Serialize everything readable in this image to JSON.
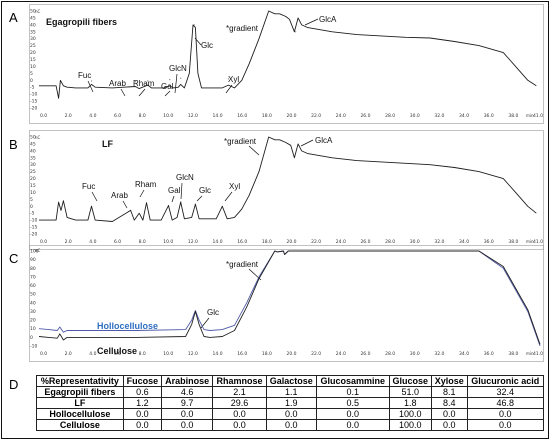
{
  "panel_letters": [
    "A",
    "B",
    "C",
    "D"
  ],
  "panels": [
    {
      "sample_title": "Egagropili fibers",
      "annotations": [
        "Fuc",
        "Arab",
        "Rham",
        "Gal",
        "GlcN",
        "Glc",
        "Xyl",
        "*gradient",
        "GlcA"
      ],
      "yticks": [
        "50",
        "45",
        "40",
        "35",
        "30",
        "25",
        "20",
        "15",
        "10",
        "5",
        "0",
        "-5",
        "-10",
        "-15",
        "-20"
      ],
      "y_units": "nC",
      "xticks": [
        "0.0",
        "2.0",
        "4.0",
        "6.0",
        "8.0",
        "10.0",
        "12.0",
        "14.0",
        "16.0",
        "18.0",
        "20.0",
        "22.0",
        "24.0",
        "26.0",
        "28.0",
        "30.0",
        "32.0",
        "34.0",
        "36.0",
        "38.0",
        "41.0"
      ],
      "x_units": "min"
    },
    {
      "sample_title": "LF",
      "annotations": [
        "Fuc",
        "Arab",
        "Rham",
        "Gal",
        "GlcN",
        "Glc",
        "Xyl",
        "*gradient",
        "GlcA"
      ],
      "yticks": [
        "50",
        "45",
        "40",
        "35",
        "30",
        "25",
        "20",
        "15",
        "10",
        "5",
        "0",
        "-5",
        "-10",
        "-15",
        "-20"
      ],
      "y_units": "nC",
      "xticks": [
        "0.0",
        "2.0",
        "4.0",
        "6.0",
        "8.0",
        "10.0",
        "12.0",
        "14.0",
        "16.0",
        "18.0",
        "20.0",
        "22.0",
        "24.0",
        "26.0",
        "28.0",
        "30.0",
        "32.0",
        "34.0",
        "36.0",
        "38.0",
        "41.0"
      ],
      "x_units": "min"
    },
    {
      "series_labels": [
        "Hollocellulose",
        "Cellulose"
      ],
      "annotations": [
        "*gradient",
        "Glc"
      ],
      "yticks": [
        "100",
        "90",
        "80",
        "70",
        "60",
        "50",
        "40",
        "30",
        "20",
        "10",
        "0",
        "-10"
      ],
      "y_units": "nC",
      "xticks": [
        "0.0",
        "2.0",
        "4.0",
        "6.0",
        "8.0",
        "10.0",
        "12.0",
        "14.0",
        "16.0",
        "18.0",
        "20.0",
        "22.0",
        "24.0",
        "26.0",
        "28.0",
        "30.0",
        "32.0",
        "34.0",
        "36.0",
        "38.0",
        "41.0"
      ],
      "x_units": "min"
    }
  ],
  "colors": {
    "trace": "#1f1f1f",
    "hollocellulose_label": "#2f6fc0",
    "hollocellulose_trace": "#505aa8",
    "cellulose_trace": "#222222"
  },
  "chart_data": [
    {
      "type": "line",
      "title": "Egagropili fibers",
      "xlim": [
        0,
        41
      ],
      "ylim": [
        -20,
        50
      ],
      "peaks": [
        {
          "label": "Fuc",
          "x": 4.3,
          "y": -0.5
        },
        {
          "label": "Arab",
          "x": 7.9,
          "y": -1.0
        },
        {
          "label": "Rham",
          "x": 8.9,
          "y": -0.4
        },
        {
          "label": "Gal",
          "x": 10.7,
          "y": 0.5
        },
        {
          "label": "GlcN",
          "x": 11.6,
          "y": 1.5
        },
        {
          "label": "Glc",
          "x": 12.7,
          "y": 40
        },
        {
          "label": "Xyl",
          "x": 15.5,
          "y": 1.0
        },
        {
          "label": "GlcA",
          "x": 21.0,
          "y": 35
        }
      ],
      "trace": {
        "x": [
          0,
          1.4,
          1.6,
          1.75,
          2.0,
          2.3,
          3.0,
          4.0,
          4.3,
          4.6,
          6,
          7.9,
          8.2,
          8.9,
          9.2,
          10.2,
          10.7,
          11.0,
          11.4,
          11.6,
          11.9,
          12.3,
          12.6,
          12.8,
          13.0,
          13.3,
          13.6,
          14.0,
          15.0,
          15.5,
          16.0,
          16.6,
          17.2,
          18.0,
          18.8,
          19.3,
          19.7,
          20.2,
          20.5,
          20.9,
          21.2,
          21.5,
          22.0,
          24,
          26,
          28,
          30,
          32,
          34,
          36,
          38,
          39,
          40,
          40.7
        ],
        "y": [
          -4,
          -4,
          -13,
          0,
          -4,
          -5,
          -5.5,
          -5.5,
          -3,
          -5,
          -5.5,
          -4.5,
          -6,
          -3.5,
          -5.5,
          -5.5,
          -4,
          -5.5,
          -5,
          -3,
          -5.5,
          5,
          40,
          38,
          5,
          -5.5,
          -5.5,
          -5.5,
          -5.5,
          -3.5,
          -5.5,
          0,
          12,
          30,
          50,
          48,
          48,
          46,
          44,
          35,
          45,
          40,
          38,
          35,
          33,
          32,
          31,
          30.5,
          28,
          25,
          20,
          10,
          0,
          -4
        ]
      }
    },
    {
      "type": "line",
      "title": "LF",
      "xlim": [
        0,
        41
      ],
      "ylim": [
        -20,
        50
      ],
      "peaks": [
        {
          "label": "Fuc",
          "x": 4.3,
          "y": 0
        },
        {
          "label": "Arab",
          "x": 7.5,
          "y": -3
        },
        {
          "label": "Rham",
          "x": 8.8,
          "y": 2.5
        },
        {
          "label": "Gal",
          "x": 10.6,
          "y": 0.5
        },
        {
          "label": "GlcN",
          "x": 11.6,
          "y": 3
        },
        {
          "label": "Glc",
          "x": 12.8,
          "y": 1.5
        },
        {
          "label": "Xyl",
          "x": 15.0,
          "y": 0
        }
      ],
      "trace": {
        "x": [
          0,
          1.4,
          1.6,
          1.8,
          2.0,
          2.3,
          3.0,
          4.0,
          4.3,
          4.6,
          6.0,
          7.5,
          7.8,
          8.2,
          8.5,
          8.8,
          9.1,
          10.0,
          10.6,
          10.9,
          11.3,
          11.6,
          11.9,
          12.5,
          12.8,
          13.1,
          14.5,
          15.0,
          15.4,
          16.0,
          16.6,
          17.2,
          18.0,
          18.8,
          19.3,
          19.7,
          20.2,
          20.6,
          20.9,
          21.2,
          21.5,
          22.0,
          24,
          26,
          28,
          30,
          32,
          34,
          36,
          38,
          39,
          40,
          40.7
        ],
        "y": [
          -10,
          -10,
          3,
          -3,
          4,
          -8,
          -10,
          -10,
          0,
          -10,
          -11,
          -3,
          -10,
          -5,
          -10,
          2.5,
          -10,
          -10,
          0.5,
          -10,
          -8,
          3,
          -9,
          -8,
          1.5,
          -9,
          -9,
          0,
          -9,
          -8,
          -2,
          8,
          25,
          50,
          48,
          48,
          46,
          44,
          35,
          45,
          40,
          38,
          35,
          33,
          32,
          31,
          30,
          28,
          25,
          20,
          10,
          0,
          -5
        ]
      }
    },
    {
      "type": "line",
      "xlim": [
        0,
        41
      ],
      "ylim": [
        -10,
        100
      ],
      "peaks": [
        {
          "label": "Glc",
          "x": 12.8,
          "y": 30
        }
      ],
      "series": [
        {
          "name": "Hollocellulose",
          "x": [
            0,
            0.8,
            1.5,
            1.7,
            2.0,
            2.3,
            4,
            8,
            12.0,
            12.5,
            12.8,
            13.1,
            13.5,
            14,
            15,
            16.0,
            17.0,
            18.0,
            19.3,
            19.5,
            20.0,
            20.1,
            20.4,
            36,
            38,
            40,
            41
          ],
          "y": [
            10,
            9,
            8,
            12,
            6,
            8,
            8,
            8,
            9,
            20,
            31,
            20,
            9,
            8,
            9,
            14,
            40,
            70,
            100,
            99,
            100,
            96,
            100,
            100,
            80,
            30,
            -10
          ]
        },
        {
          "name": "Cellulose",
          "x": [
            0,
            0.8,
            1.5,
            1.7,
            2.0,
            2.3,
            4,
            8,
            12.0,
            12.5,
            12.8,
            13.1,
            13.5,
            14,
            15,
            16.0,
            17.0,
            18.0,
            19.3,
            19.5,
            20.0,
            20.1,
            20.4,
            36,
            38,
            40,
            41
          ],
          "y": [
            1,
            0,
            -1,
            4,
            -3,
            0,
            0,
            0,
            1,
            15,
            30,
            15,
            1,
            0,
            1,
            8,
            35,
            68,
            100,
            99,
            100,
            96,
            100,
            100,
            82,
            32,
            -8
          ]
        }
      ]
    },
    {
      "type": "table",
      "columns": [
        "%Representativity",
        "Fucose",
        "Arabinose",
        "Rhamnose",
        "Galactose",
        "Glucosammine",
        "Glucose",
        "Xylose",
        "Glucuronic acid"
      ],
      "rows": [
        [
          "Egagropili fibers",
          "0.6",
          "4.6",
          "2.1",
          "1.1",
          "0.1",
          "51.0",
          "8.1",
          "32.4"
        ],
        [
          "LF",
          "1.2",
          "9.7",
          "29.6",
          "1.9",
          "0.5",
          "1.8",
          "8.4",
          "46.8"
        ],
        [
          "Hollocellulose",
          "0.0",
          "0.0",
          "0.0",
          "0.0",
          "0.0",
          "100.0",
          "0.0",
          "0.0"
        ],
        [
          "Cellulose",
          "0.0",
          "0.0",
          "0.0",
          "0.0",
          "0.0",
          "100.0",
          "0.0",
          "0.0"
        ]
      ]
    }
  ]
}
